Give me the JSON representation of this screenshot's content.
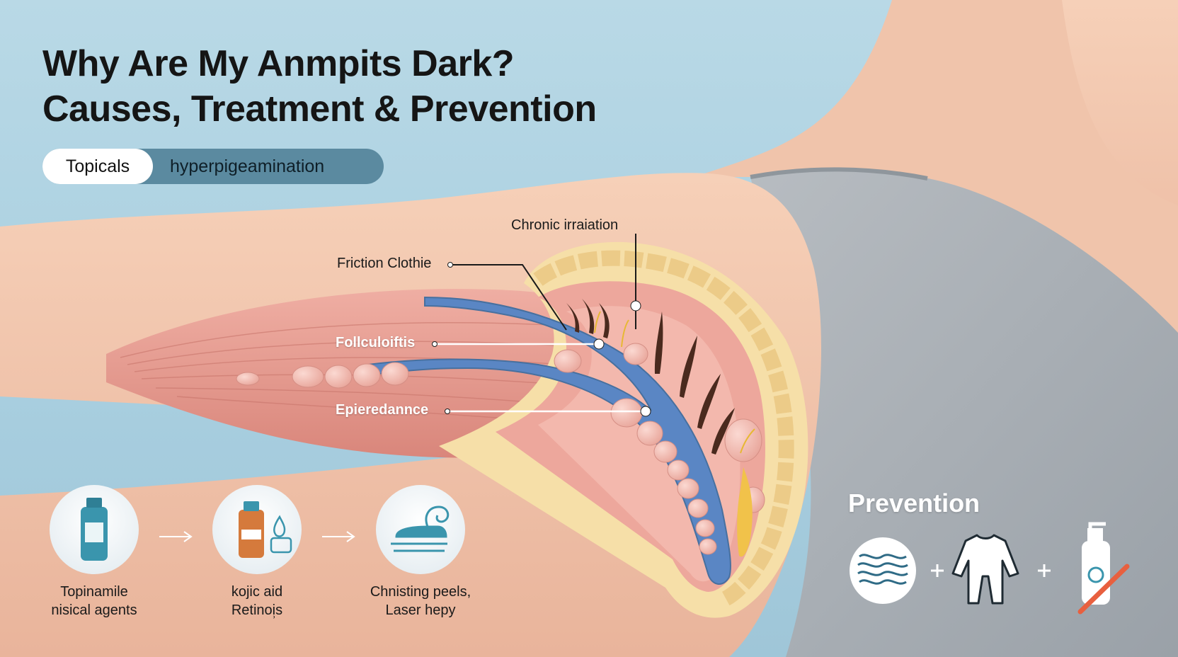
{
  "title": {
    "line1": "Why Are My Anmpits Dark?",
    "line2": "Causes, Treatment & Prevention"
  },
  "tags": {
    "primary": "Topicals",
    "secondary": "hyperpigeamination"
  },
  "diagram_labels": {
    "chronic": "Chronic irraiation",
    "friction": "Friction Clothie",
    "follicul": "Follculoiftis",
    "epider": "Epieredannce"
  },
  "treatments": [
    {
      "line1": "Topinamile",
      "line2": "nisical agents",
      "icon": "bottle-icon"
    },
    {
      "line1": "kojic aid",
      "line2": "Retinoi̹s",
      "icon": "serum-bottle-icon"
    },
    {
      "line1": "Chnisting peels,",
      "line2": "Laser hepy",
      "icon": "laser-device-icon"
    }
  ],
  "prevention": {
    "title": "Prevention",
    "icons": [
      "sweat-waves-icon",
      "loose-clothing-icon",
      "no-deodorant-icon"
    ]
  },
  "colors": {
    "background": "#b0d3e2",
    "skin": "#f3c6ad",
    "muscle": "#e7998f",
    "nerve": "#5a86c4",
    "fat": "#f3dca0",
    "teal": "#3a95ad",
    "warning": "#e8603f"
  }
}
